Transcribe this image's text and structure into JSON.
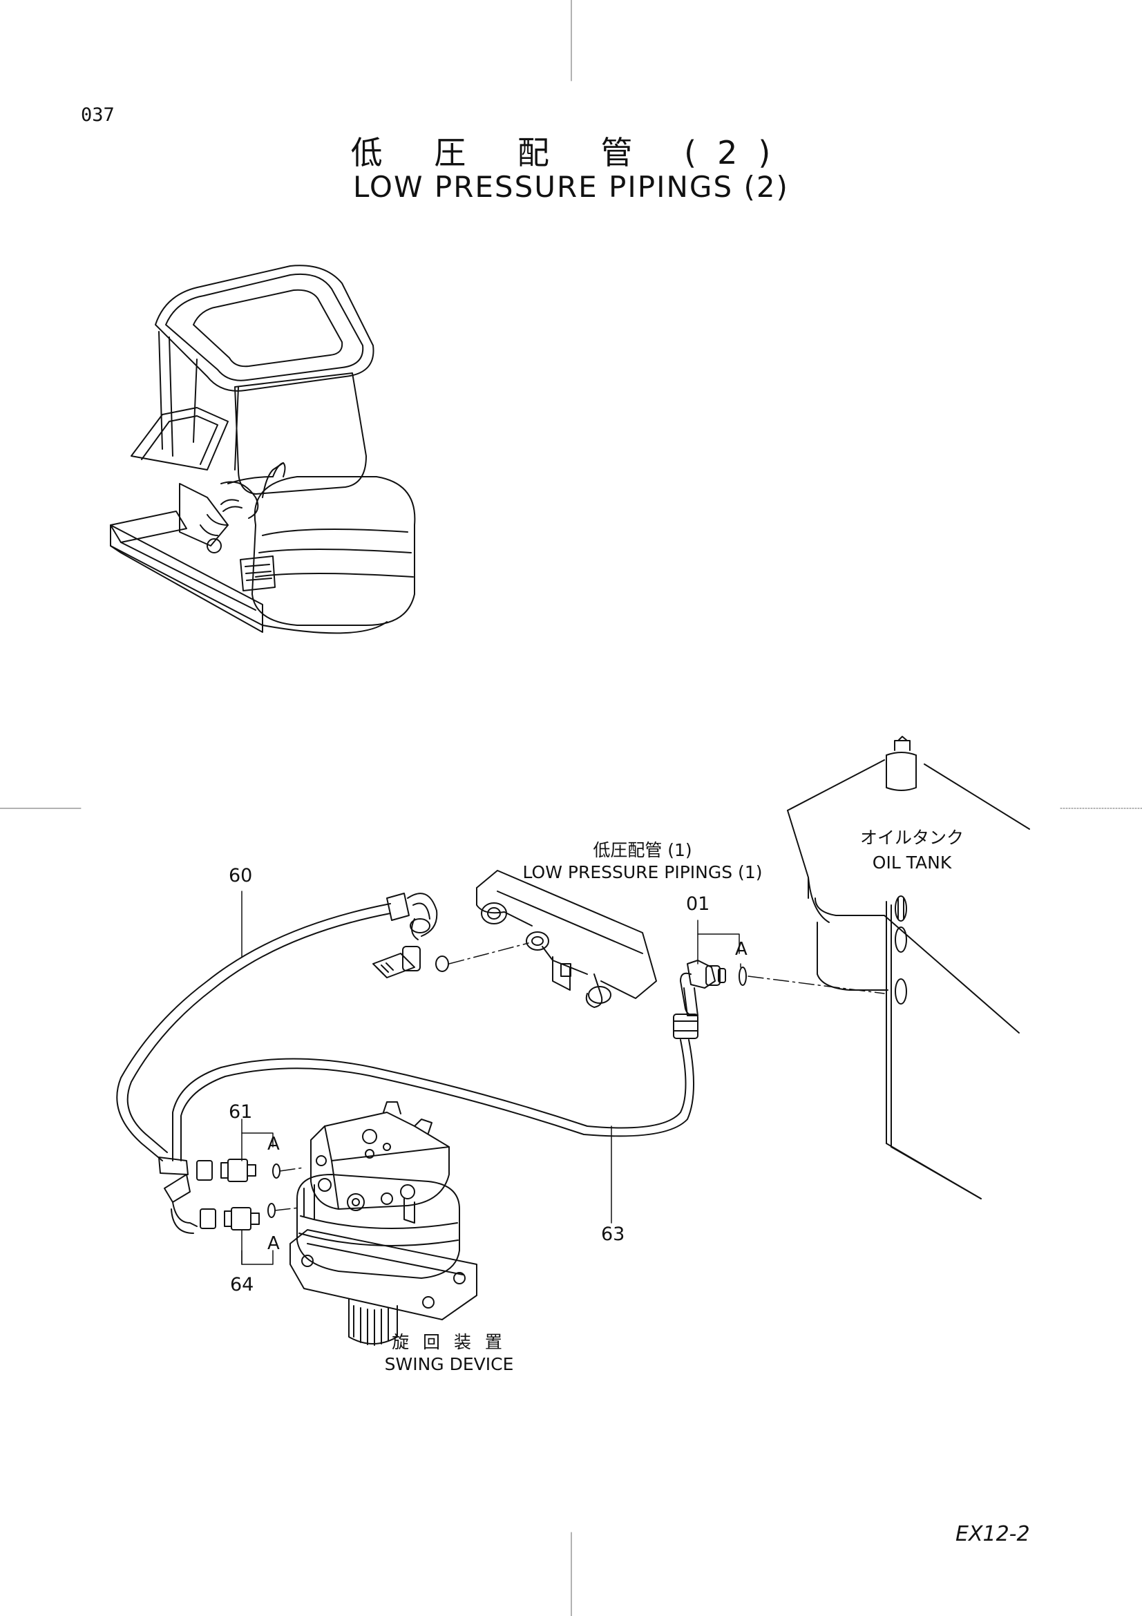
{
  "page_number": "037",
  "title_jp": "低 圧 配 管 (2)",
  "title_en": "LOW PRESSURE PIPINGS (2)",
  "ref_low_pressure": {
    "jp": "低圧配管 (1)",
    "en": "LOW  PRESSURE PIPINGS (1)"
  },
  "oil_tank": {
    "jp": "オイルタンク",
    "en": "OIL TANK"
  },
  "swing_device": {
    "jp": "旋 回 装 置",
    "en": "SWING DEVICE"
  },
  "part_numbers": {
    "p60": "60",
    "p01": "01",
    "p61": "61",
    "p63": "63",
    "p64": "64"
  },
  "detail_marker": "A",
  "doc_code": "EX12-2"
}
